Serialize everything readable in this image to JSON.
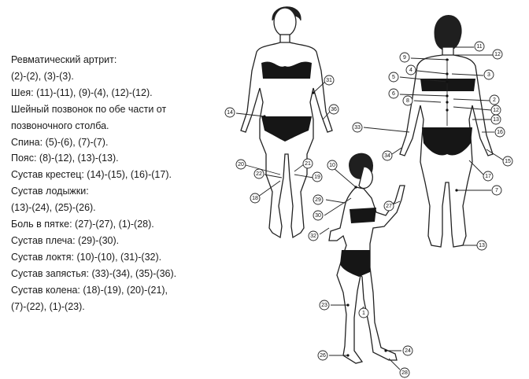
{
  "legend": {
    "lines": [
      "Ревматический артрит:",
      "(2)-(2), (3)-(3).",
      "Шея: (11)-(11), (9)-(4), (12)-(12).",
      "Шейный позвонок по обе части от",
      "позвоночного столба.",
      "Спина: (5)-(6), (7)-(7).",
      "Пояс:  (8)-(12), (13)-(13).",
      "Сустав крестец:  (14)-(15), (16)-(17).",
      "Сустав лодыжки:",
      "(13)-(24), (25)-(26).",
      "Боль в пятке: (27)-(27), (1)-(28).",
      "Сустав плеча: (29)-(30).",
      "Сустав локтя: (10)-(10), (31)-(32).",
      "Сустав запястья: (33)-(34), (35)-(36).",
      "Сустав колена: (18)-(19), (20)-(21),",
      "(7)-(22), (1)-(23)."
    ]
  },
  "figures": {
    "front": {
      "markers": [
        {
          "n": "31"
        },
        {
          "n": "14"
        },
        {
          "n": "36"
        },
        {
          "n": "20"
        },
        {
          "n": "21"
        },
        {
          "n": "22"
        },
        {
          "n": "19"
        },
        {
          "n": "18"
        }
      ]
    },
    "back": {
      "markers": [
        {
          "n": "11"
        },
        {
          "n": "9"
        },
        {
          "n": "12"
        },
        {
          "n": "4"
        },
        {
          "n": "3"
        },
        {
          "n": "5"
        },
        {
          "n": "6"
        },
        {
          "n": "8"
        },
        {
          "n": "2"
        },
        {
          "n": "12"
        },
        {
          "n": "13"
        },
        {
          "n": "33"
        },
        {
          "n": "34"
        },
        {
          "n": "16"
        },
        {
          "n": "15"
        },
        {
          "n": "17"
        },
        {
          "n": "7"
        },
        {
          "n": "13"
        }
      ]
    },
    "side": {
      "markers": [
        {
          "n": "10"
        },
        {
          "n": "29"
        },
        {
          "n": "30"
        },
        {
          "n": "27"
        },
        {
          "n": "32"
        },
        {
          "n": "23"
        },
        {
          "n": "1"
        },
        {
          "n": "24"
        },
        {
          "n": "26"
        },
        {
          "n": "28"
        }
      ]
    }
  }
}
